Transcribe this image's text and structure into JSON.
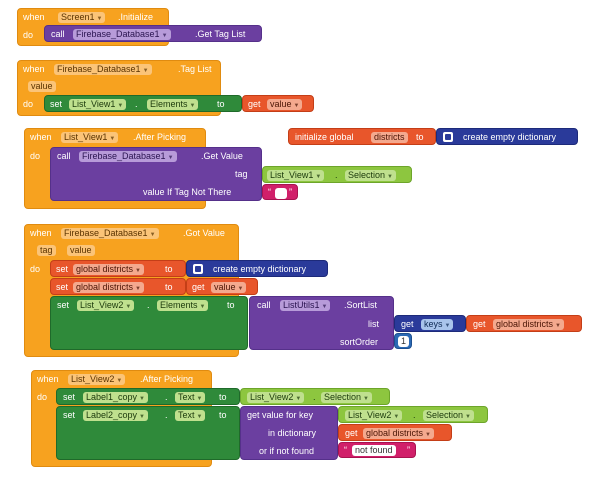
{
  "kw": {
    "when": "when",
    "do": "do",
    "call": "call",
    "set": "set",
    "to": "to",
    "get": "get",
    "value": "value",
    "tag": "tag"
  },
  "blk1": {
    "comp": "Screen1",
    "event": ".Initialize",
    "comp2": "Firebase_Database1",
    "method": ".Get Tag List"
  },
  "blk2": {
    "comp": "Firebase_Database1",
    "event": ".Tag List",
    "param": "value",
    "target": "List_View1",
    "prop": "Elements",
    "getvar": "value"
  },
  "blk3": {
    "comp": "List_View1",
    "event": ".After Picking",
    "comp2": "Firebase_Database1",
    "method": ".Get Value",
    "arg1": "tag",
    "arg2": "value If Tag Not There",
    "argcomp": "List_View1",
    "argprop": "Selection",
    "empty": ""
  },
  "global": {
    "label": "initialize global",
    "name": "districts",
    "to": "to",
    "value": "create empty dictionary"
  },
  "blk4": {
    "comp": "Firebase_Database1",
    "event": ".Got Value",
    "p1": "tag",
    "p2": "value",
    "set1var": "global districts",
    "set1val": "create empty dictionary",
    "set2var": "global districts",
    "set2val": "value",
    "set3comp": "List_View2",
    "set3prop": "Elements",
    "func": "ListUtils1",
    "method": ".SortList",
    "list": "list",
    "keys": "keys",
    "getg": "global districts",
    "sortorder": "sortOrder",
    "num": "1"
  },
  "blk5": {
    "comp": "List_View2",
    "event": ".After Picking",
    "s1comp": "Label1_copy",
    "s1prop": "Text",
    "s1src": "List_View2",
    "s1srcprop": "Selection",
    "s2comp": "Label2_copy",
    "s2prop": "Text",
    "getvk": "get value for key",
    "keycomp": "List_View2",
    "keyprop": "Selection",
    "indict": "in dictionary",
    "getg": "global districts",
    "notfound": "or if not found",
    "nf": "not found"
  }
}
